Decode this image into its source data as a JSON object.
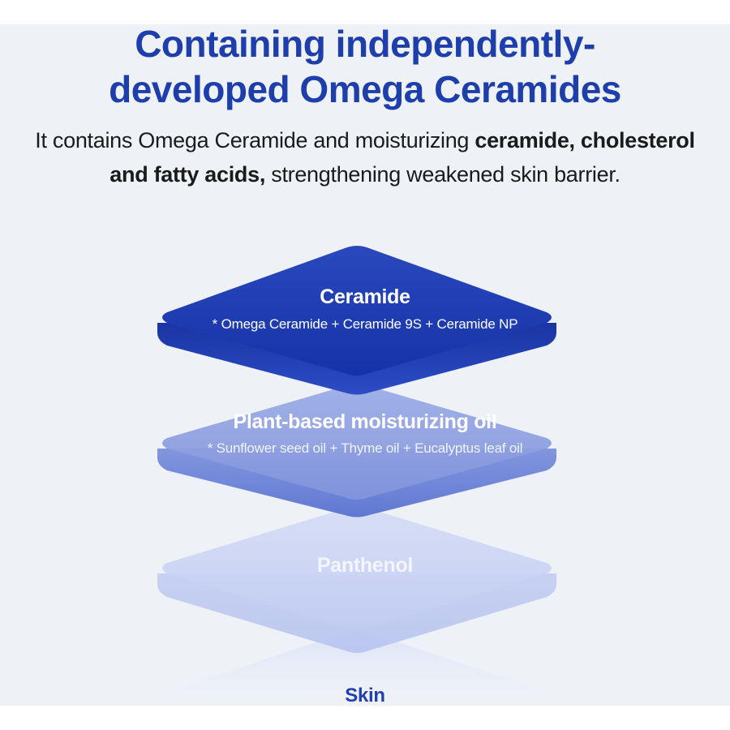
{
  "header": {
    "title_line1": "Containing independently-",
    "title_line2": "developed Omega Ceramides"
  },
  "description": {
    "line1_regular": "It contains Omega Ceramide and moisturizing ",
    "line1_bold": "ceramide, cholesterol",
    "line2_bold": "and fatty acids,",
    "line2_regular": " strengthening weakened skin barrier."
  },
  "layers": [
    {
      "title": "Ceramide",
      "subtitle": "* Omega Ceramide + Ceramide 9S + Ceramide NP"
    },
    {
      "title": "Plant-based moisturizing oil",
      "subtitle": "* Sunflower seed oil + Thyme oil + Eucalyptus leaf oil"
    },
    {
      "title": "Panthenol"
    },
    {
      "title": "Skin"
    }
  ],
  "colors": {
    "heading": "#1d3eab",
    "ceramide_layer": "#1f3fb3",
    "plant_oil_layer": "#8a9ce0",
    "panthenol_layer": "#c7d1f3",
    "background": "#eef2f7"
  }
}
